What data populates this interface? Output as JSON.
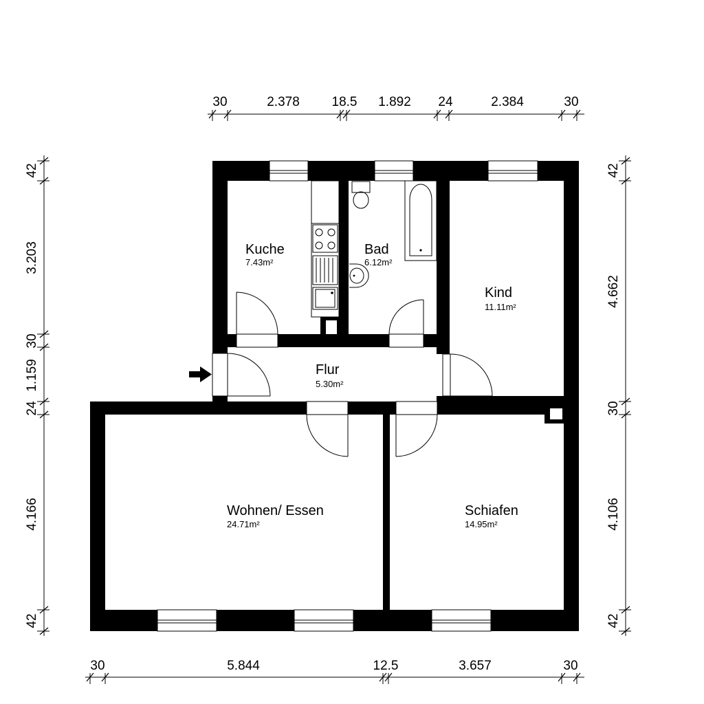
{
  "dimensions": {
    "top": [
      "30",
      "2.378",
      "18.5",
      "1.892",
      "24",
      "2.384",
      "30"
    ],
    "bottom": [
      "30",
      "5.844",
      "12.5",
      "3.657",
      "30"
    ],
    "left": [
      "42",
      "3.203",
      "30",
      "1.159",
      "24",
      "4.166",
      "42"
    ],
    "right": [
      "42",
      "4.662",
      "30",
      "4.106",
      "42"
    ]
  },
  "rooms": {
    "kuche": {
      "name": "Kuche",
      "area": "7.43m²"
    },
    "bad": {
      "name": "Bad",
      "area": "6.12m²"
    },
    "kind": {
      "name": "Kind",
      "area": "11.11m²"
    },
    "flur": {
      "name": "Flur",
      "area": "5.30m²"
    },
    "wohnen": {
      "name": "Wohnen/ Essen",
      "area": "24.71m²"
    },
    "schlafen": {
      "name": "Schiafen",
      "area": "14.95m²"
    }
  },
  "colors": {
    "wall": "#000000",
    "background": "#ffffff"
  },
  "icons": [
    "entrance-arrow-icon",
    "toilet-icon",
    "bathtub-icon",
    "sink-icon",
    "stove-icon",
    "kitchen-sink-icon"
  ]
}
